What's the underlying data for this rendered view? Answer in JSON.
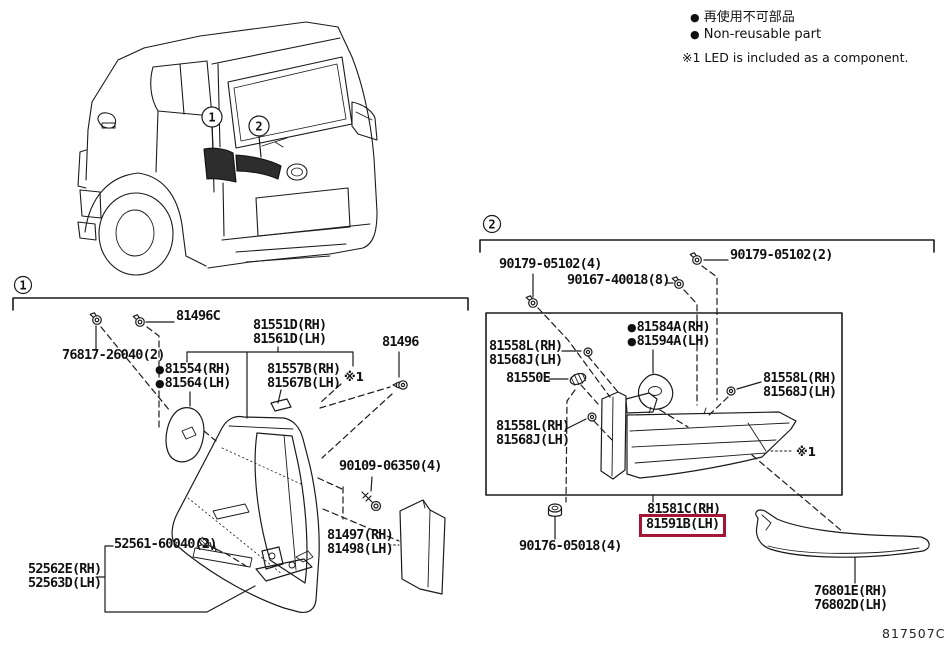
{
  "legend": {
    "bullet": "●",
    "nonreusable_jp": "再使用不可部品",
    "nonreusable_en": "Non-reusable part",
    "led_note": "※1 LED is included as a component."
  },
  "figure_code": "817507C",
  "callouts": {
    "one": "1",
    "two": "2"
  },
  "notes": {
    "led_ref": "※1"
  },
  "parts": {
    "p81496C": "81496C",
    "p76817": "76817-26040(2)",
    "p81551D": "81551D(RH)",
    "p81561D": "81561D(LH)",
    "p81554": "81554(RH)",
    "p81564": "81564(LH)",
    "p81557B": "81557B(RH)",
    "p81567B": "81567B(LH)",
    "p81496": "81496",
    "p90109": "90109-06350(4)",
    "p81497": "81497(RH)",
    "p81498": "81498(LH)",
    "p52561": "52561-60040(2)",
    "p52562E": "52562E(RH)",
    "p52563D": "52563D(LH)",
    "p90179_4": "90179-05102(4)",
    "p90167": "90167-40018(8)",
    "p90179_2": "90179-05102(2)",
    "p81584A": "81584A(RH)",
    "p81594A": "81594A(LH)",
    "p81558L": "81558L(RH)",
    "p81568J": "81568J(LH)",
    "p81550E": "81550E",
    "p81581C": "81581C(RH)",
    "p81591B": "81591B(LH)",
    "p90176": "90176-05018(4)",
    "p76801E": "76801E(RH)",
    "p76802D": "76802D(LH)"
  },
  "colors": {
    "line": "#1b1b1b",
    "highlight": "#a31534",
    "background": "#ffffff",
    "lamp_shade": "#2d2d2d"
  }
}
